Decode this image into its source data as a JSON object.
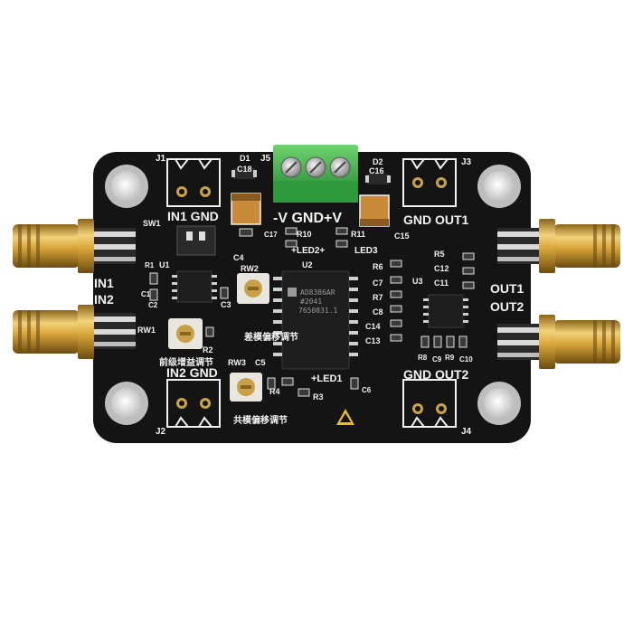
{
  "board": {
    "colors": {
      "pcb": "#141414",
      "silkscreen": "#f2f2f2",
      "gold": "#d8a53a",
      "terminal_block": "#3fae4a",
      "hole_ring": "#cfcfcf"
    },
    "labels": {
      "in1_gnd": "IN1 GND",
      "in2_gnd": "IN2 GND",
      "gnd_out1": "GND OUT1",
      "gnd_out2": "GND OUT2",
      "supply": "-V GND+V",
      "in1": "IN1",
      "in2": "IN2",
      "out1": "OUT1",
      "out2": "OUT2",
      "led1": "+LED1",
      "led2": "+LED2+",
      "led3": "LED3"
    },
    "connectors": {
      "j1": "J1",
      "j2": "J2",
      "j3": "J3",
      "j4": "J4",
      "j5": "J5"
    },
    "chinese_labels": {
      "diff_offset": "差模偏移调节",
      "gain_adjust": "前级增益调节",
      "common_offset": "共模偏移调节"
    },
    "designators": {
      "d1": "D1",
      "d2": "D2",
      "c18": "C18",
      "c16": "C16",
      "c17": "C17",
      "c15": "C15",
      "c4": "C4",
      "c3": "C3",
      "c12": "C12",
      "c11": "C11",
      "c1": "C1",
      "c2": "C2",
      "c5": "C5",
      "c6": "C6",
      "c7": "C7",
      "c8": "C8",
      "c9": "C9",
      "c10": "C10",
      "c13": "C13",
      "c14": "C14",
      "r1": "R1",
      "r2": "R2",
      "r3": "R3",
      "r4": "R4",
      "r5": "R5",
      "r6": "R6",
      "r7": "R7",
      "r8": "R8",
      "r9": "R9",
      "r10": "R10",
      "r11": "R11",
      "u1": "U1",
      "u2": "U2",
      "u3": "U3",
      "sw1": "SW1",
      "rw1": "RW1",
      "rw2": "RW2",
      "rw3": "RW3"
    },
    "chip_marking": {
      "line1": "AD8386AR",
      "line2": "#2041",
      "line3": "7650831.1"
    }
  }
}
